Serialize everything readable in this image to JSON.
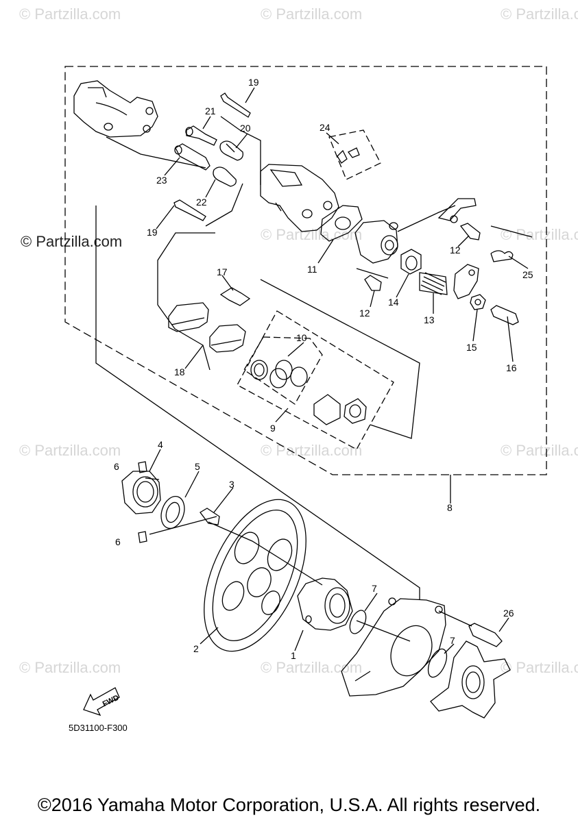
{
  "watermark": "© Partzilla.com",
  "watermark_main": "© Partzilla.com",
  "part_code": "5D31100-F300",
  "fwd_label": "FWD",
  "copyright": "©2016 Yamaha Motor Corporation, U.S.A. All rights reserved.",
  "callouts": {
    "c1": "1",
    "c2": "2",
    "c3": "3",
    "c4": "4",
    "c5": "5",
    "c6a": "6",
    "c6b": "6",
    "c7a": "7",
    "c7b": "7",
    "c8": "8",
    "c9": "9",
    "c10": "10",
    "c11": "11",
    "c12a": "12",
    "c12b": "12",
    "c13": "13",
    "c14": "14",
    "c15": "15",
    "c16": "16",
    "c17": "17",
    "c18": "18",
    "c19a": "19",
    "c19b": "19",
    "c20": "20",
    "c21": "21",
    "c22": "22",
    "c23": "23",
    "c24": "24",
    "c25": "25",
    "c26": "26"
  }
}
